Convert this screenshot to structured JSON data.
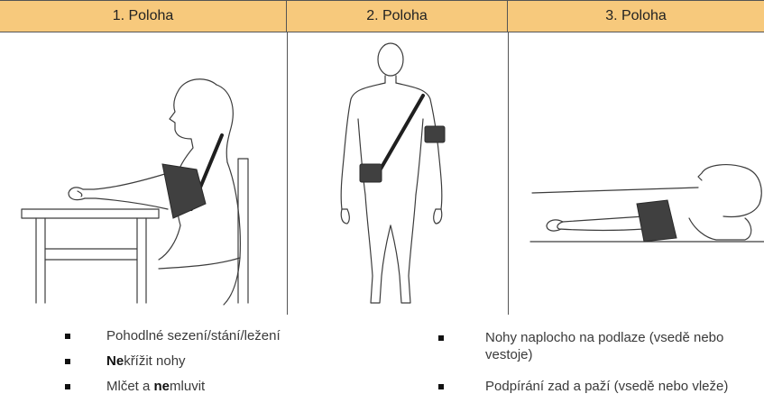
{
  "headers": [
    "1. Poloha",
    "2. Poloha",
    "3. Poloha"
  ],
  "bullets_left": [
    {
      "pre_bold": "",
      "pre": "Pohodlné sezení/stání/ležení",
      "mid_bold": "",
      "post": ""
    },
    {
      "pre_bold": "Ne",
      "pre": "křížit nohy",
      "mid_bold": "",
      "post": ""
    },
    {
      "pre_bold": "",
      "pre": "Mlčet a ",
      "mid_bold": "ne",
      "post": "mluvit"
    }
  ],
  "bullets_right": [
    {
      "line1": "Nohy naplocho na podlaze (vsedě nebo",
      "line2": "vestoje)"
    },
    {
      "line1": "Podpírání zad a paží (vsedě nebo vleže)",
      "line2": ""
    }
  ],
  "icons": {
    "position1": "seated-person-with-cuff-illustration",
    "position2": "standing-person-with-cuff-illustration",
    "position3": "lying-person-with-cuff-illustration",
    "bullet": "square-bullet-icon"
  },
  "colors": {
    "header_bg": "#f7c97c",
    "text": "#3a3a3a",
    "cuff": "#404040"
  }
}
